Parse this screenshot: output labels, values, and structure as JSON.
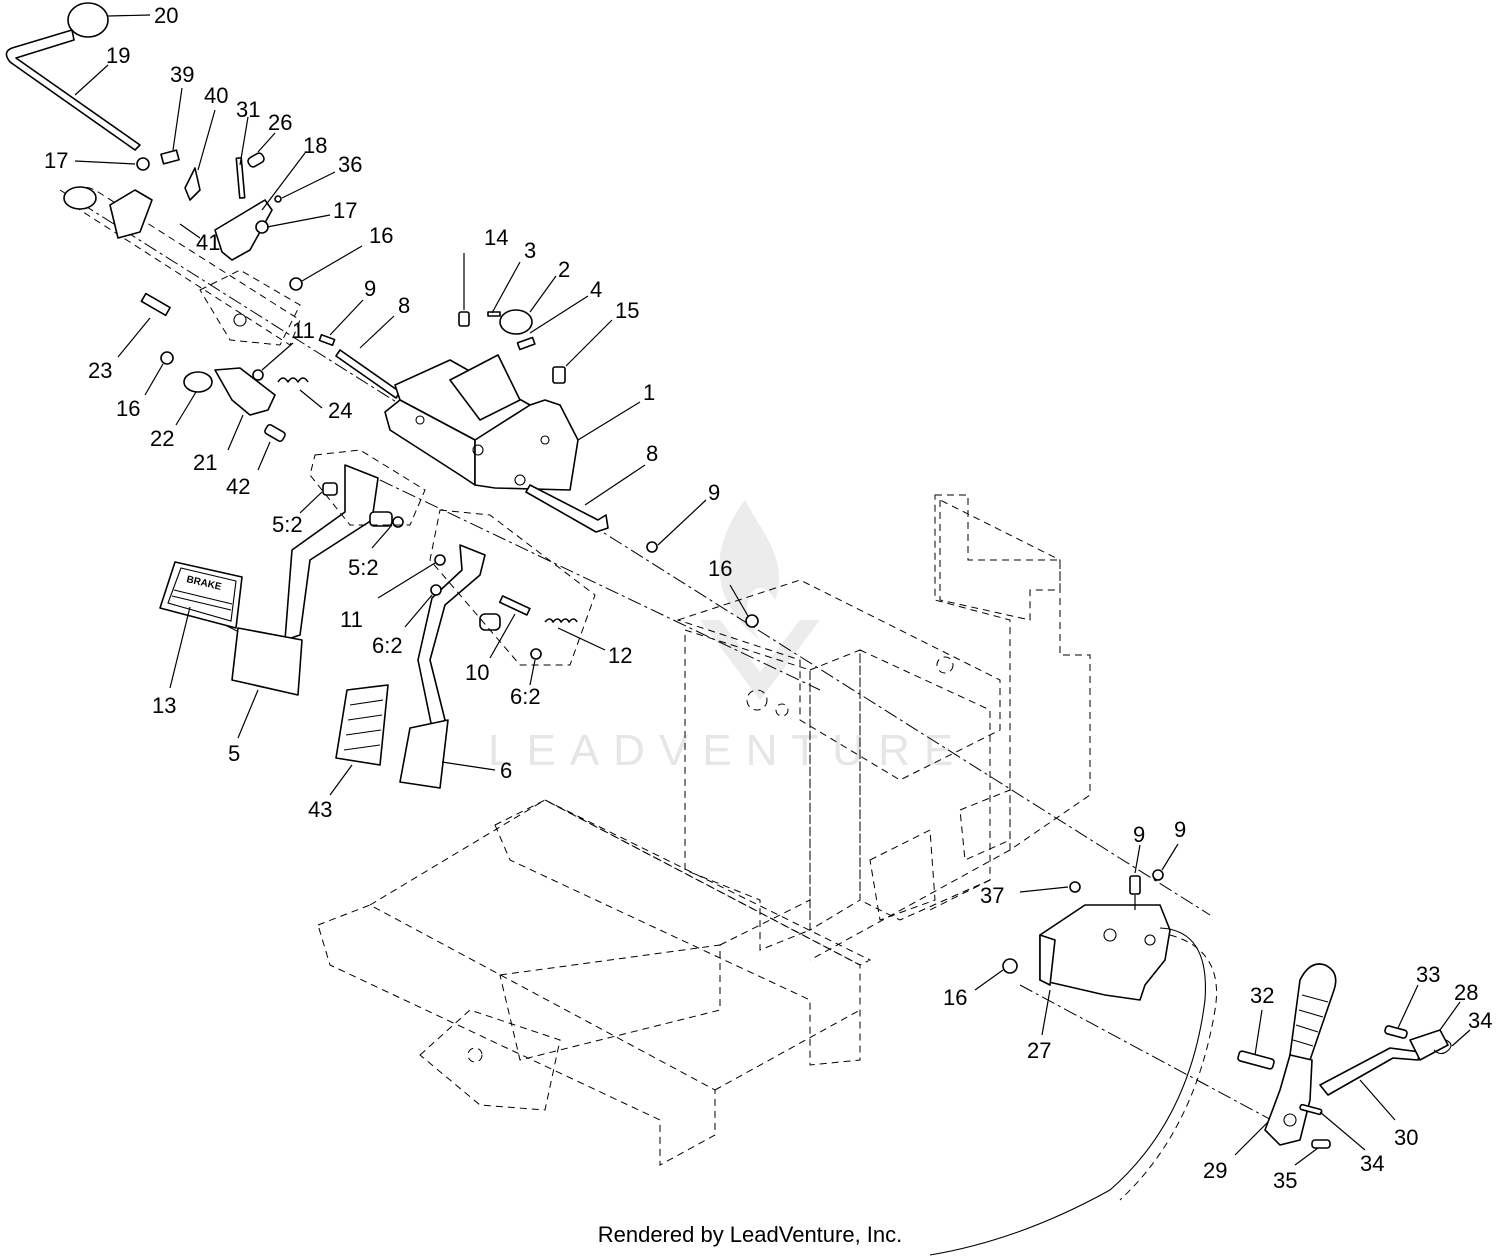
{
  "watermark": {
    "text": "LEADVENTURE"
  },
  "footer": {
    "text": "Rendered by LeadVenture, Inc."
  },
  "pedal_labels": {
    "brake": "BRAKE"
  },
  "callouts": [
    {
      "id": "c20a",
      "label": "20"
    },
    {
      "id": "c19a",
      "label": "19"
    },
    {
      "id": "c39a",
      "label": "39"
    },
    {
      "id": "c40a",
      "label": "40"
    },
    {
      "id": "c31a",
      "label": "31"
    },
    {
      "id": "c26a",
      "label": "26"
    },
    {
      "id": "c18a",
      "label": "18"
    },
    {
      "id": "c36a",
      "label": "36"
    },
    {
      "id": "c17a",
      "label": "17"
    },
    {
      "id": "c17b",
      "label": "17"
    },
    {
      "id": "c41a",
      "label": "41"
    },
    {
      "id": "c16a",
      "label": "16"
    },
    {
      "id": "c14a",
      "label": "14"
    },
    {
      "id": "c3a",
      "label": "3"
    },
    {
      "id": "c2a",
      "label": "2"
    },
    {
      "id": "c4a",
      "label": "4"
    },
    {
      "id": "c15a",
      "label": "15"
    },
    {
      "id": "c9a",
      "label": "9"
    },
    {
      "id": "c8a",
      "label": "8"
    },
    {
      "id": "c11a",
      "label": "11"
    },
    {
      "id": "c23a",
      "label": "23"
    },
    {
      "id": "c16b",
      "label": "16"
    },
    {
      "id": "c22a",
      "label": "22"
    },
    {
      "id": "c24a",
      "label": "24"
    },
    {
      "id": "c1a",
      "label": "1"
    },
    {
      "id": "c21a",
      "label": "21"
    },
    {
      "id": "c42a",
      "label": "42"
    },
    {
      "id": "c8b",
      "label": "8"
    },
    {
      "id": "c9b",
      "label": "9"
    },
    {
      "id": "c5a",
      "label": "5:2"
    },
    {
      "id": "c5b",
      "label": "5:2"
    },
    {
      "id": "c16c",
      "label": "16"
    },
    {
      "id": "c11b",
      "label": "11"
    },
    {
      "id": "c6a",
      "label": "6:2"
    },
    {
      "id": "c12a",
      "label": "12"
    },
    {
      "id": "c10a",
      "label": "10"
    },
    {
      "id": "c6b",
      "label": "6:2"
    },
    {
      "id": "c13a",
      "label": "13"
    },
    {
      "id": "c5c",
      "label": "5"
    },
    {
      "id": "c6c",
      "label": "6"
    },
    {
      "id": "c43a",
      "label": "43"
    },
    {
      "id": "c9c",
      "label": "9"
    },
    {
      "id": "c9d",
      "label": "9"
    },
    {
      "id": "c37a",
      "label": "37"
    },
    {
      "id": "c16d",
      "label": "16"
    },
    {
      "id": "c27a",
      "label": "27"
    },
    {
      "id": "c32a",
      "label": "32"
    },
    {
      "id": "c33a",
      "label": "33"
    },
    {
      "id": "c28a",
      "label": "28"
    },
    {
      "id": "c34a",
      "label": "34"
    },
    {
      "id": "c30a",
      "label": "30"
    },
    {
      "id": "c34b",
      "label": "34"
    },
    {
      "id": "c29a",
      "label": "29"
    },
    {
      "id": "c35a",
      "label": "35"
    }
  ]
}
